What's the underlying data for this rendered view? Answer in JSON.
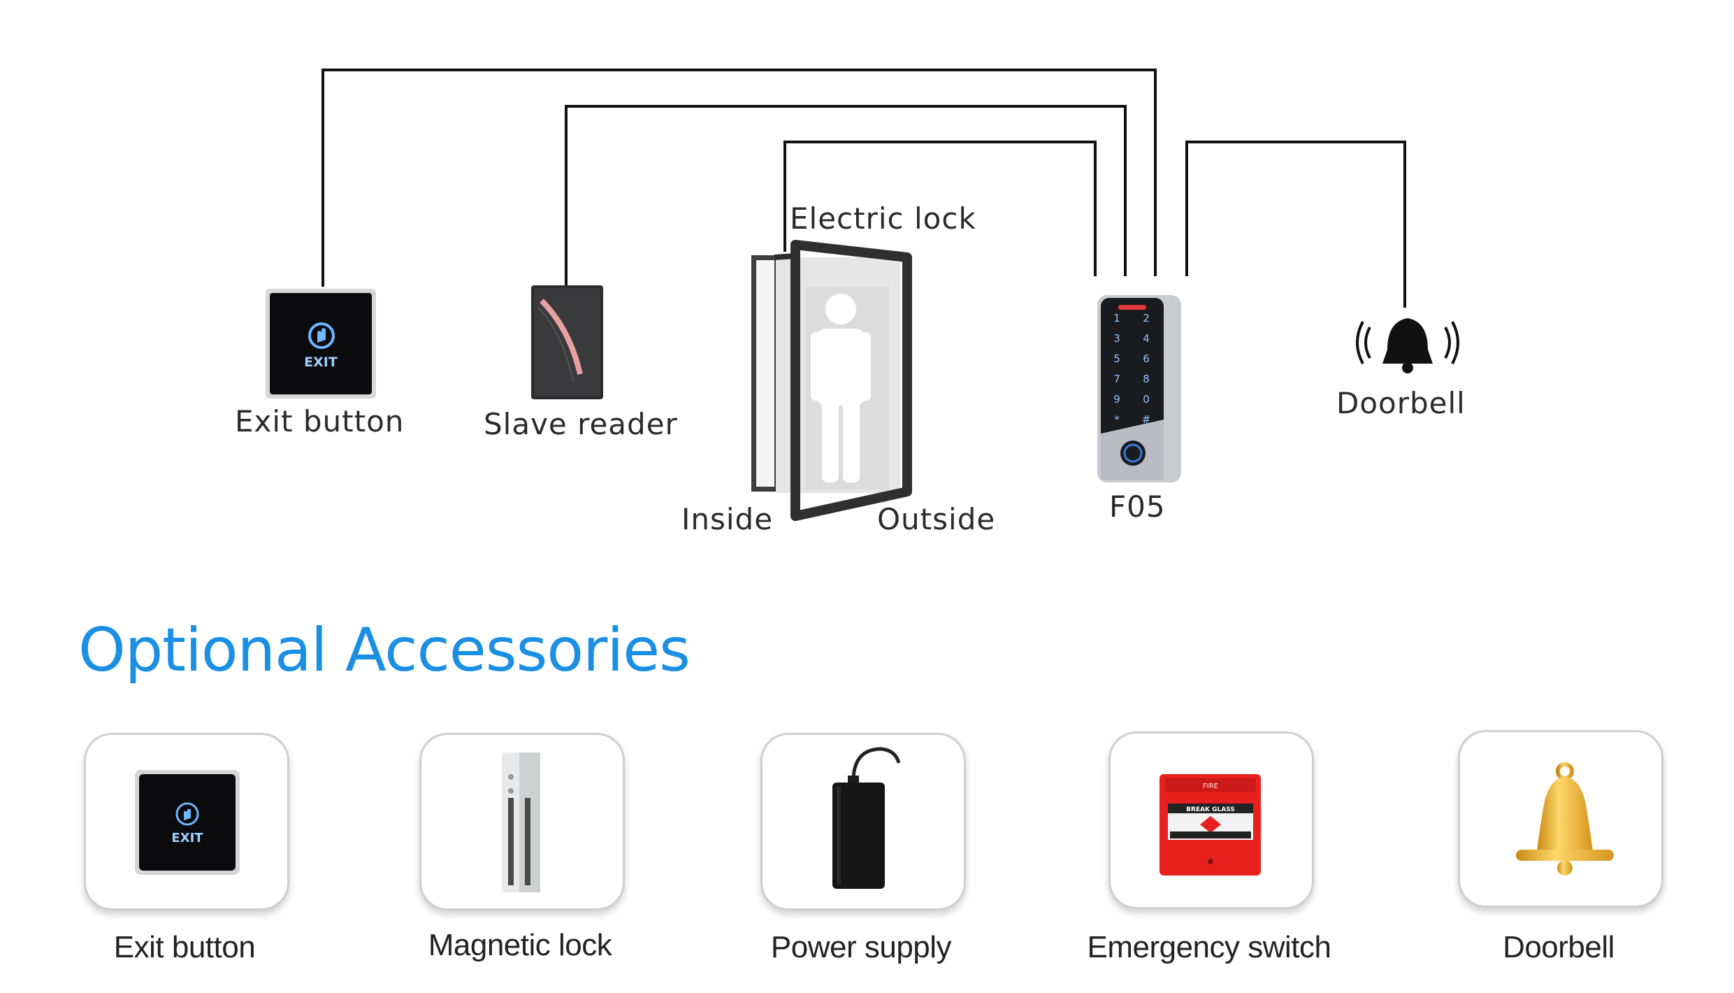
{
  "diagram": {
    "labels": {
      "exit_button": "Exit button",
      "slave_reader": "Slave reader",
      "electric_lock": "Electric lock",
      "inside": "Inside",
      "outside": "Outside",
      "device": "F05",
      "doorbell": "Doorbell"
    },
    "exit_button_text": "EXIT",
    "keypad_keys": [
      "1",
      "2",
      "3",
      "4",
      "5",
      "6",
      "7",
      "8",
      "9",
      "0",
      "*",
      "#"
    ]
  },
  "accessories": {
    "title": "Optional Accessories",
    "items": [
      {
        "label": "Exit button",
        "icon": "exit-button",
        "text": "EXIT"
      },
      {
        "label": "Magnetic lock",
        "icon": "magnetic-lock"
      },
      {
        "label": "Power supply",
        "icon": "power-supply"
      },
      {
        "label": "Emergency switch",
        "icon": "emergency-switch",
        "text_top": "FIRE",
        "text_mid": "BREAK GLASS"
      },
      {
        "label": "Doorbell",
        "icon": "bell"
      }
    ]
  },
  "colors": {
    "accent": "#1a8fe3",
    "wire": "#111111",
    "alarm_red": "#e8211f",
    "bell_gold": "#e8a92a"
  }
}
